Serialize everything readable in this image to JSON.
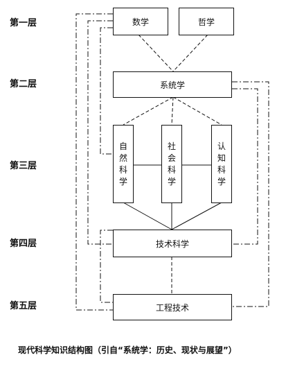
{
  "layers": [
    "第一层",
    "第二层",
    "第三层",
    "第四层",
    "第五层"
  ],
  "nodes": {
    "math": "数学",
    "philosophy": "哲学",
    "systems_science": "系统学",
    "natural_science": [
      "自",
      "然",
      "科",
      "学"
    ],
    "social_science": [
      "社",
      "会",
      "科",
      "学"
    ],
    "cognitive_science": [
      "认",
      "知",
      "科",
      "学"
    ],
    "technical_science": "技术科学",
    "engineering_technology": "工程技术"
  },
  "caption": "现代科学知识结构图（引自“系统学：历史、现状与展望”）"
}
